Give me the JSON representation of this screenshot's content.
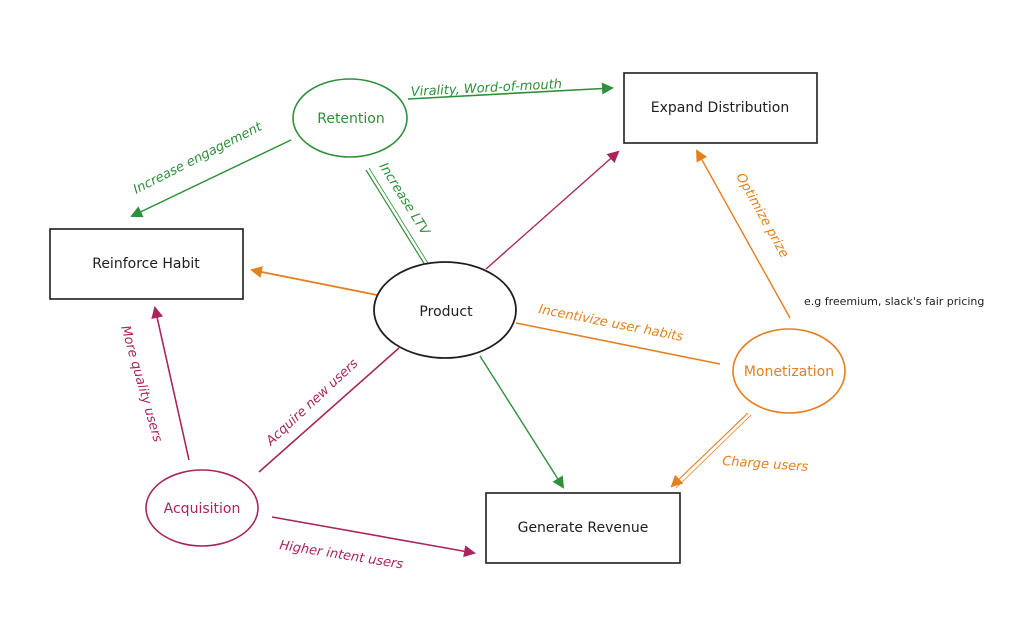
{
  "colors": {
    "green": "#2f8f3a",
    "orange": "#e3801f",
    "magenta": "#a8255e",
    "black": "#1e1e1e"
  },
  "nodes": {
    "retention": {
      "label": "Retention",
      "shape": "ellipse",
      "color": "green"
    },
    "product": {
      "label": "Product",
      "shape": "ellipse",
      "color": "black"
    },
    "monetization": {
      "label": "Monetization",
      "shape": "ellipse",
      "color": "orange"
    },
    "acquisition": {
      "label": "Acquisition",
      "shape": "ellipse",
      "color": "magenta"
    },
    "expand_distribution": {
      "label": "Expand Distribution",
      "shape": "box",
      "color": "black"
    },
    "reinforce_habit": {
      "label": "Reinforce Habit",
      "shape": "box",
      "color": "black"
    },
    "generate_revenue": {
      "label": "Generate Revenue",
      "shape": "box",
      "color": "black"
    }
  },
  "edges": [
    {
      "from": "retention",
      "to": "expand_distribution",
      "label": "Virality, Word-of-mouth",
      "color": "green"
    },
    {
      "from": "retention",
      "to": "reinforce_habit",
      "label": "Increase engagement",
      "color": "green"
    },
    {
      "from": "retention",
      "to": "generate_revenue",
      "label": "Increase LTV",
      "color": "green"
    },
    {
      "from": "product",
      "to": "expand_distribution",
      "label": "",
      "color": "magenta"
    },
    {
      "from": "product",
      "to": "reinforce_habit",
      "label": "",
      "color": "orange"
    },
    {
      "from": "monetization",
      "to": "product",
      "label": "Incentivize user habits",
      "color": "orange"
    },
    {
      "from": "monetization",
      "to": "expand_distribution",
      "label": "Optimize prize",
      "color": "orange"
    },
    {
      "from": "monetization",
      "to": "generate_revenue",
      "label": "Charge users",
      "color": "orange"
    },
    {
      "from": "acquisition",
      "to": "reinforce_habit",
      "label": "More quality users",
      "color": "magenta"
    },
    {
      "from": "acquisition",
      "to": "product",
      "label": "Acquire new users",
      "color": "magenta"
    },
    {
      "from": "acquisition",
      "to": "generate_revenue",
      "label": "Higher intent users",
      "color": "magenta"
    }
  ],
  "annotations": {
    "pricing_note": "e.g freemium, slack's fair pricing"
  }
}
